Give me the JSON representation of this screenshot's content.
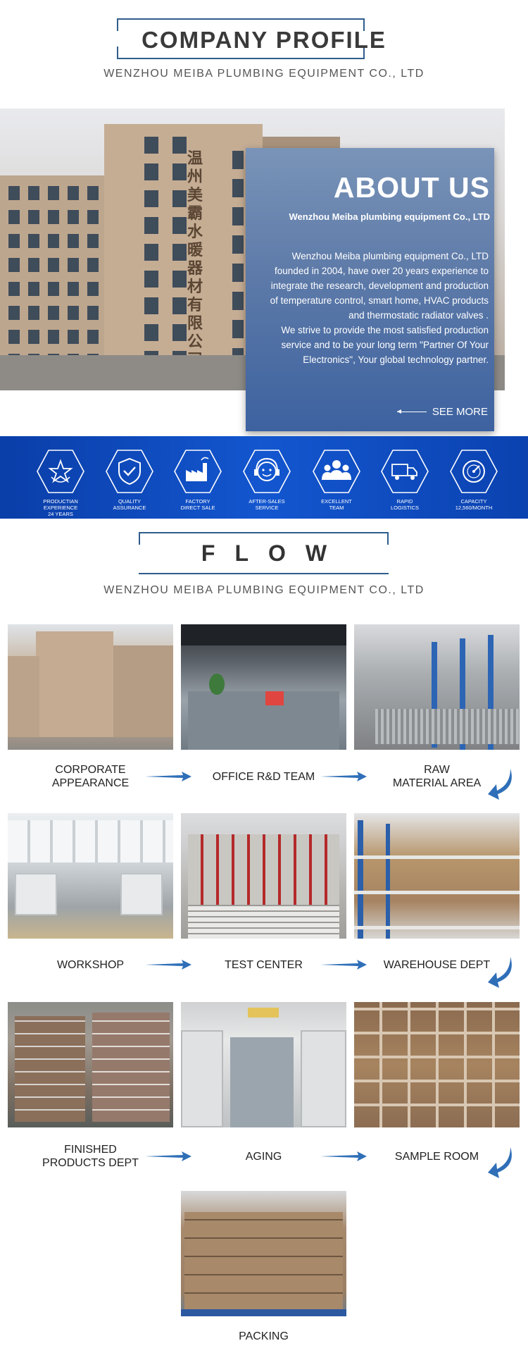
{
  "header": {
    "title": "COMPANY PROFILE",
    "subtitle": "WENZHOU MEIBA PLUMBING EQUIPMENT CO., LTD"
  },
  "about": {
    "building_sign": "温州美霸水暖器材有限公司",
    "title": "ABOUT US",
    "company": "Wenzhou Meiba plumbing equipment Co., LTD",
    "body_lines": [
      "Wenzhou Meiba plumbing equipment Co., LTD",
      "founded in 2004, have over 20 years experience to",
      "integrate the research, development and production",
      "of temperature control, smart home, HVAC products",
      "and thermostatic radiator valves .",
      "We strive to provide the most satisfied production",
      "service and to be your long term \"Partner Of Your",
      "Electronics\", Your global technology partner."
    ],
    "see_more": "SEE MORE"
  },
  "features": [
    {
      "icon": "star-icon",
      "line1": "PRODUCTIAN EXPERIENCE",
      "line2": "24 YEARS"
    },
    {
      "icon": "shield-check-icon",
      "line1": "QUALITY",
      "line2": "ASSURANCE"
    },
    {
      "icon": "factory-icon",
      "line1": "FACTORY",
      "line2": "DIRECT SALE"
    },
    {
      "icon": "headset-icon",
      "line1": "AFTER-SALES",
      "line2": "SERVICE"
    },
    {
      "icon": "team-icon",
      "line1": "EXCELLENT",
      "line2": "TEAM"
    },
    {
      "icon": "truck-icon",
      "line1": "RAPID",
      "line2": "LOGISTICS"
    },
    {
      "icon": "gauge-icon",
      "line1": "CAPACITY",
      "line2": "12,560/MONTH"
    }
  ],
  "flow": {
    "title": "FLOW",
    "subtitle": "WENZHOU MEIBA PLUMBING EQUIPMENT CO., LTD",
    "steps": [
      {
        "line1": "CORPORATE",
        "line2": "APPEARANCE"
      },
      {
        "line1": "OFFICE R&D TEAM",
        "line2": ""
      },
      {
        "line1": "RAW",
        "line2": "MATERIAL AREA"
      },
      {
        "line1": "WORKSHOP",
        "line2": ""
      },
      {
        "line1": "TEST CENTER",
        "line2": ""
      },
      {
        "line1": "WAREHOUSE DEPT",
        "line2": ""
      },
      {
        "line1": "FINISHED",
        "line2": "PRODUCTS DEPT"
      },
      {
        "line1": "AGING",
        "line2": ""
      },
      {
        "line1": "SAMPLE ROOM",
        "line2": ""
      },
      {
        "line1": "PACKING",
        "line2": ""
      }
    ]
  },
  "colors": {
    "accent": "#2f5d8c",
    "band": "#1356cf",
    "arrow": "#2f6fb8"
  }
}
